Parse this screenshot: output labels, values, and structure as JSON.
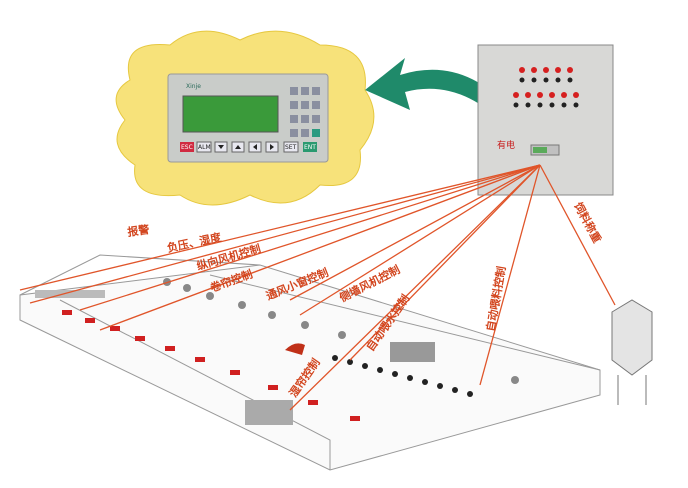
{
  "controller": {
    "brand": "Xinje",
    "keys": [
      "ESC",
      "ALM",
      "SET",
      "ENT"
    ]
  },
  "cabinet": {
    "power_label": "有电"
  },
  "labels": {
    "alarm": "报警",
    "pressure_humidity": "负压、湿度",
    "longitudinal_fan": "纵向风机控制",
    "curtain": "卷帘控制",
    "vent_window": "通风小窗控制",
    "sidewall_fan": "侧墙风机控制",
    "wet_curtain": "湿帘控制",
    "auto_water": "自动喂水控制",
    "auto_feed": "自动喂料控制",
    "feed_weigh": "饲料称重"
  },
  "colors": {
    "line": "#e0552a",
    "cloud": "#f7e27a",
    "arrow": "#1f8a6a"
  }
}
